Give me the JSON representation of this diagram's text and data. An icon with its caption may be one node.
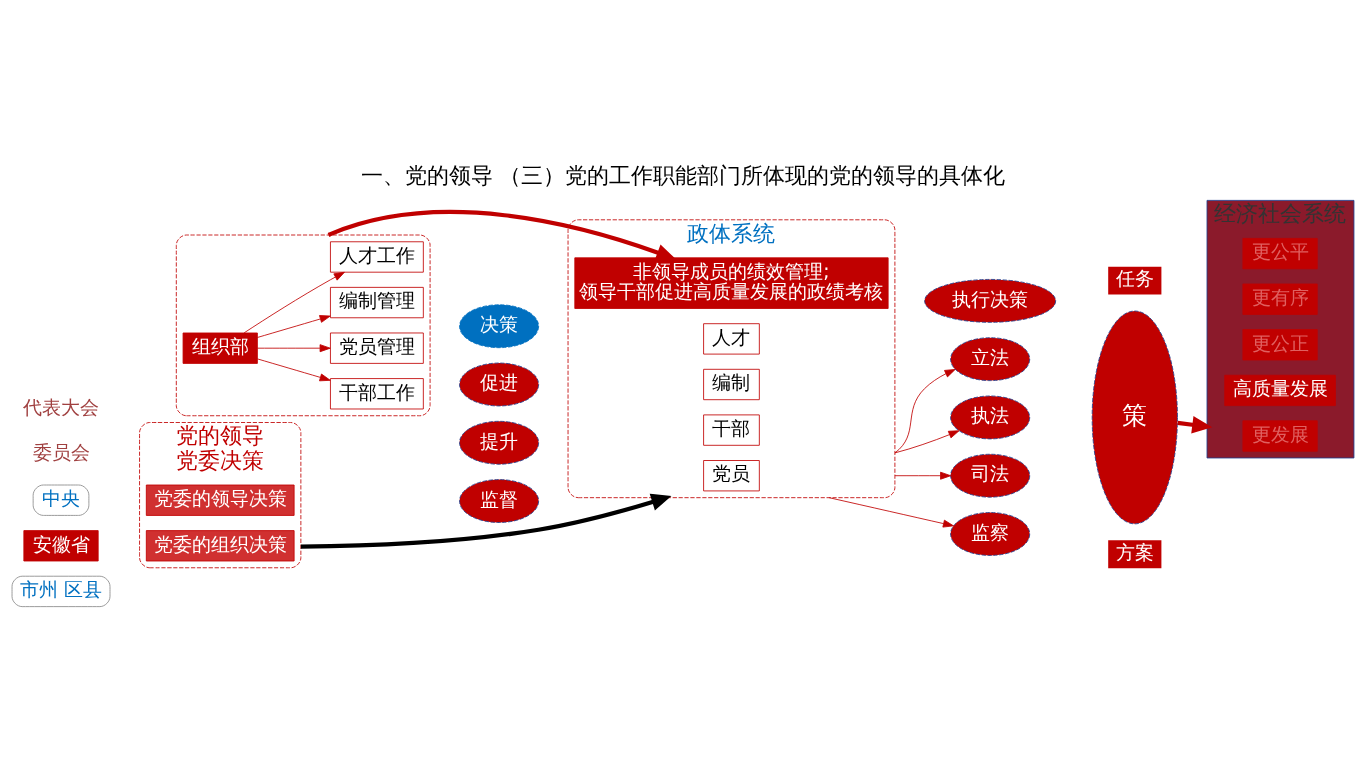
{
  "diagram": {
    "title": "一、党的领导 （三）党的工作职能部门所体现的党的领导的具体化",
    "nodes": [
      {
        "text": [
          "党的领导",
          "党委决策"
        ]
      },
      {
        "text": [
          "党委的组织决策"
        ],
        "in": 0
      },
      {
        "text": [
          "党委的领导决策"
        ],
        "in": 0
      },
      {
        "text": [],
        "shape": "box"
      },
      {
        "text": [
          "组织部"
        ],
        "in": 3
      },
      {
        "text": [
          "党员管理"
        ],
        "in": 3
      },
      {
        "text": [
          "干部工作"
        ],
        "in": 3
      },
      {
        "text": [
          "编制管理"
        ],
        "in": 3
      },
      {
        "text": [
          "人才工作"
        ],
        "in": 3
      },
      {
        "text": [
          "中央"
        ]
      },
      {
        "text": [
          "安徽省"
        ]
      },
      {
        "text": [
          "市州 区县"
        ]
      },
      {
        "text": [
          "决策"
        ]
      },
      {
        "text": [
          "促进"
        ]
      },
      {
        "text": [
          "提升"
        ]
      },
      {
        "text": [
          "监督"
        ]
      },
      {
        "text": [
          "政体系统"
        ]
      },
      {
        "text": [
          "党员"
        ],
        "in": 16
      },
      {
        "text": [
          "干部"
        ],
        "in": 16
      },
      {
        "text": [
          "编制"
        ],
        "in": 16
      },
      {
        "text": [
          "人才"
        ],
        "in": 16
      },
      {
        "text": [
          "非领导成员的绩效管理;",
          "领导干部促进高质量发展的政绩考核"
        ],
        "in": 16
      },
      {
        "text": [
          "执行决策"
        ]
      },
      {
        "text": [
          "立法"
        ]
      },
      {
        "text": [
          "执法"
        ]
      },
      {
        "text": [
          "司法"
        ]
      },
      {
        "text": [
          "监察"
        ]
      },
      {
        "text": [
          "任务"
        ]
      },
      {
        "text": [
          "策"
        ]
      },
      {
        "text": [
          "方案"
        ]
      },
      {
        "text": [
          "经济社会系统"
        ]
      },
      {
        "text": [
          "更发展"
        ],
        "in": 30
      },
      {
        "text": [
          "更有序"
        ],
        "in": 30
      },
      {
        "text": [
          "高质量发展"
        ],
        "in": 30
      },
      {
        "text": [
          "更公正"
        ],
        "in": 30
      },
      {
        "text": [
          "更公平"
        ],
        "in": 30
      }
    ],
    "edges": [
      {
        "from": 4,
        "to": 5,
        "arrow": "to"
      },
      {
        "from": 4,
        "to": 6,
        "arrow": "to"
      },
      {
        "from": 4,
        "to": 7,
        "arrow": "to"
      },
      {
        "from": 4,
        "to": 8,
        "arrow": "to"
      },
      {
        "from": 0,
        "to": 16,
        "arrow": "to",
        "style": "thick",
        "color": "#000000"
      },
      {
        "from": 3,
        "to": 21,
        "arrow": "to",
        "style": "thick"
      },
      {
        "from": 16,
        "to": 23,
        "arrow": "to"
      },
      {
        "from": 16,
        "to": 24,
        "arrow": "to"
      },
      {
        "from": 16,
        "to": 25,
        "arrow": "to"
      },
      {
        "from": 16,
        "to": 26,
        "arrow": "to"
      },
      {
        "from": 28,
        "to": 30,
        "arrow": "to",
        "style": "thick"
      }
    ],
    "labels": [
      "委员会",
      "代表大会"
    ]
  }
}
